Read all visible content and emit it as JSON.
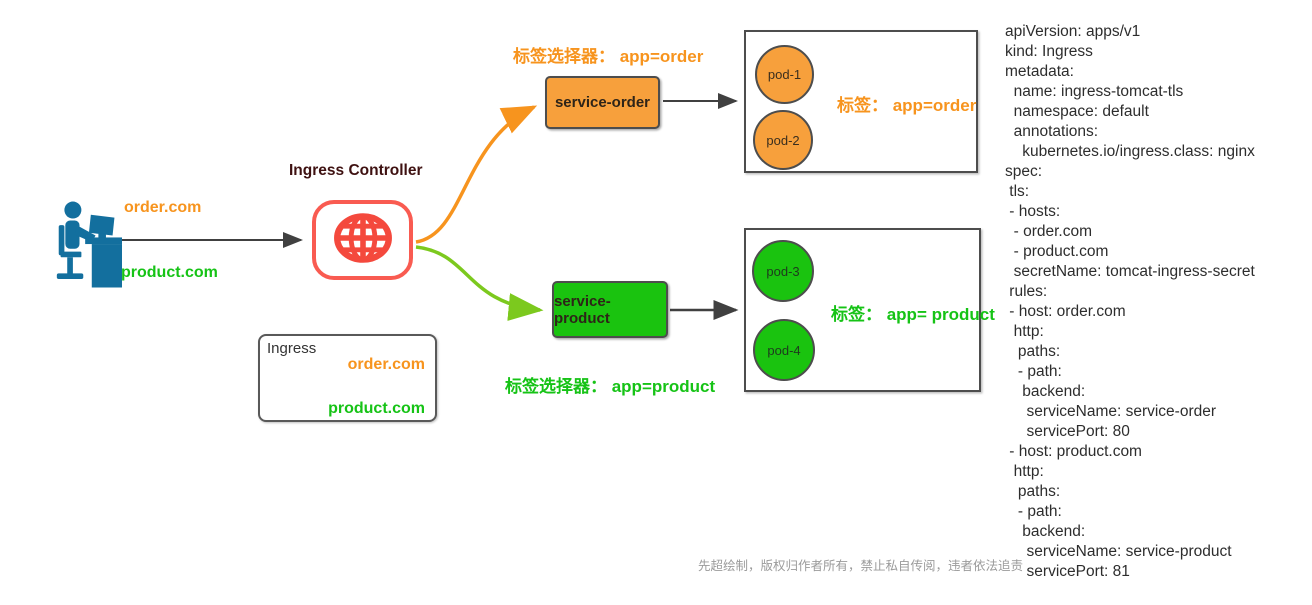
{
  "diagram": {
    "client": {
      "host_order": "order.com",
      "host_product": "product.com"
    },
    "controller": {
      "title": "Ingress Controller"
    },
    "services": {
      "order": {
        "name": "service-order",
        "selector_label": "标签选择器： app=order"
      },
      "product": {
        "name": "service-product",
        "selector_label": "标签选择器： app=product"
      }
    },
    "pod_groups": {
      "order": {
        "pods": [
          "pod-1",
          "pod-2"
        ],
        "tag_label": "标签： app=order"
      },
      "product": {
        "pods": [
          "pod-3",
          "pod-4"
        ],
        "tag_label": "标签： app= product"
      }
    },
    "ingress_note": {
      "title": "Ingress",
      "host_order": "order.com",
      "host_product": "product.com"
    },
    "watermark": "先超绘制，版权归作者所有，禁止私自传阅，违者依法追责"
  },
  "yaml_panel": {
    "lines": [
      "apiVersion: apps/v1",
      "kind: Ingress",
      "metadata:",
      "  name: ingress-tomcat-tls",
      "  namespace: default",
      "  annotations:",
      "    kubernetes.io/ingress.class: nginx",
      "spec:",
      " tls:",
      " - hosts:",
      "  - order.com",
      "  - product.com",
      "  secretName: tomcat-ingress-secret",
      " rules:",
      " - host: order.com",
      "  http:",
      "   paths:",
      "   - path:",
      "    backend:",
      "     serviceName: service-order",
      "     servicePort: 80",
      " - host: product.com",
      "  http:",
      "   paths:",
      "   - path:",
      "    backend:",
      "     serviceName: service-product",
      "     servicePort: 81"
    ]
  },
  "colors": {
    "orange": "#F7941E",
    "orange_fill": "#F7A03C",
    "green": "#16C316",
    "green_curve": "#7CC91E",
    "red": "#F95B51",
    "maroon_title": "#3E1111",
    "client_blue": "#136F9E",
    "arrow_dark": "#404040"
  }
}
